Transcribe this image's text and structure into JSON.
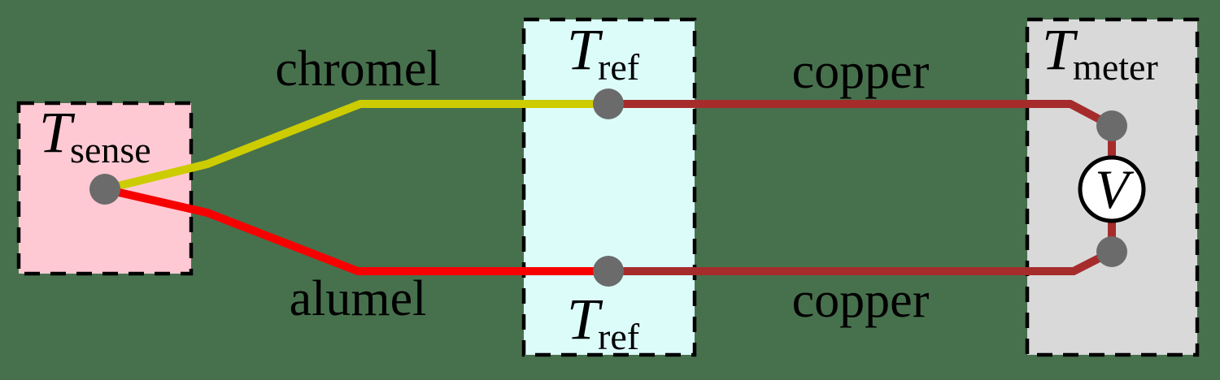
{
  "colors": {
    "background": "#47714D",
    "sense_box": "#FFC9D4",
    "ref_box": "#DCFCFA",
    "meter_box": "#D9D9D9",
    "chromel": "#CCCC00",
    "alumel": "#F70000",
    "copper": "#A62C2C",
    "junction": "#6B6B6B",
    "meter_face": "#FFFFFF"
  },
  "boxes": {
    "sense": {
      "symbol": "T",
      "subscript": "sense"
    },
    "ref": {
      "symbol": "T",
      "subscript": "ref"
    },
    "meter": {
      "symbol": "T",
      "subscript": "meter"
    }
  },
  "wires": {
    "chromel": {
      "label": "chromel"
    },
    "alumel": {
      "label": "alumel"
    },
    "copper_top": {
      "label": "copper"
    },
    "copper_bottom": {
      "label": "copper"
    }
  },
  "voltmeter": {
    "symbol": "V"
  }
}
